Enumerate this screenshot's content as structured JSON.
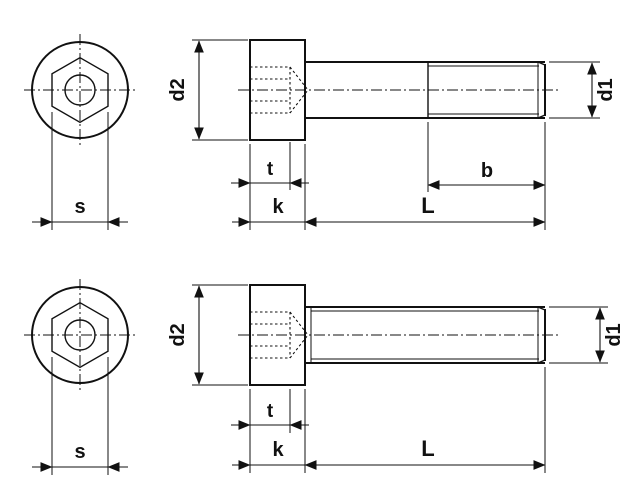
{
  "drawing": {
    "description": "Hex socket head cap screw dimension diagram, two variants",
    "top": {
      "s": "s",
      "d2": "d2",
      "d1": "d1",
      "t": "t",
      "k": "k",
      "b": "b",
      "L": "L"
    },
    "bottom": {
      "s": "s",
      "d2": "d2",
      "d1": "d1",
      "t": "t",
      "k": "k",
      "L": "L"
    }
  }
}
